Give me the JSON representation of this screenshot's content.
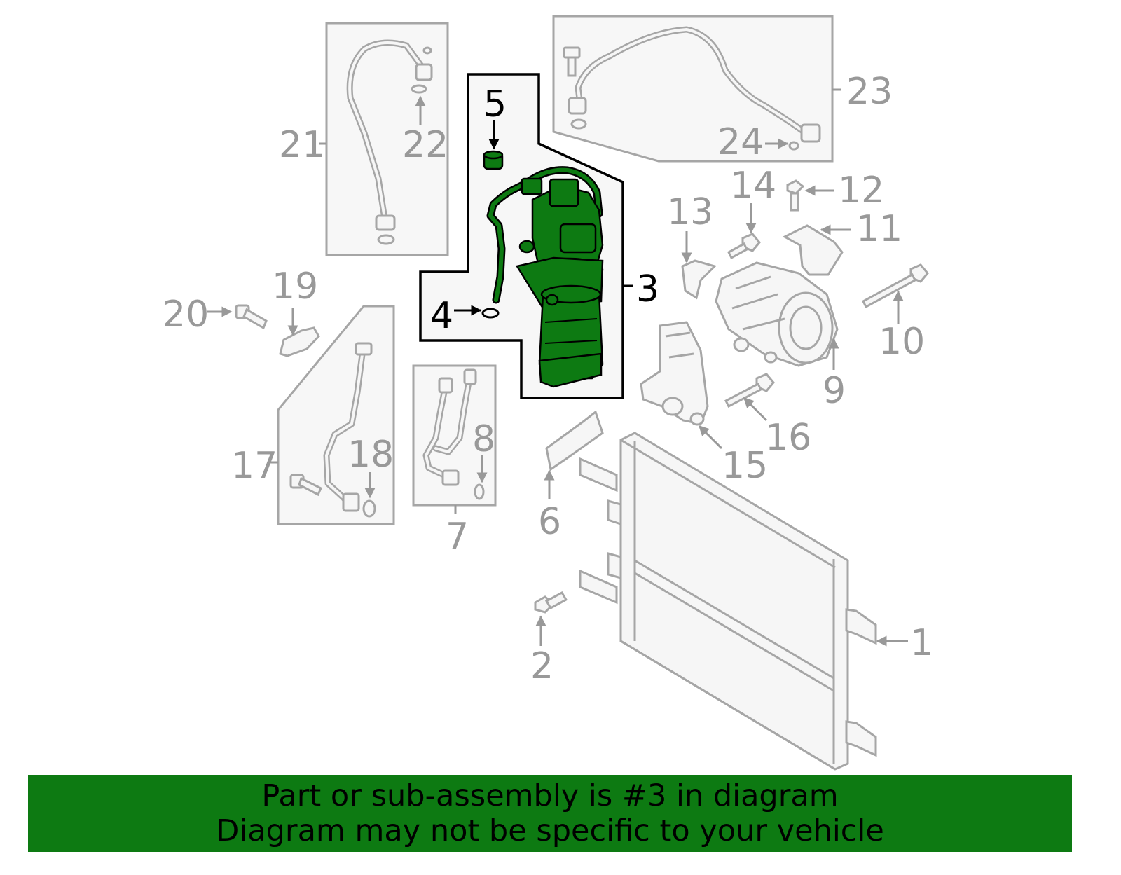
{
  "colors": {
    "highlight": "#0d7a12",
    "grey_part": "#a6a6a6",
    "callout_grey": "#999999",
    "highlight_text": "#000000",
    "banner_bg": "#0d7a12"
  },
  "highlighted_part": "3",
  "callouts": {
    "c1": "1",
    "c2": "2",
    "c3": "3",
    "c4": "4",
    "c5": "5",
    "c6": "6",
    "c7": "7",
    "c8": "8",
    "c9": "9",
    "c10": "10",
    "c11": "11",
    "c12": "12",
    "c13": "13",
    "c14": "14",
    "c15": "15",
    "c16": "16",
    "c17": "17",
    "c18": "18",
    "c19": "19",
    "c20": "20",
    "c21": "21",
    "c22": "22",
    "c23": "23",
    "c24": "24"
  },
  "banner": {
    "line1": "Part or sub-assembly is #3 in diagram",
    "line2": "Diagram may not be specific to your vehicle"
  }
}
